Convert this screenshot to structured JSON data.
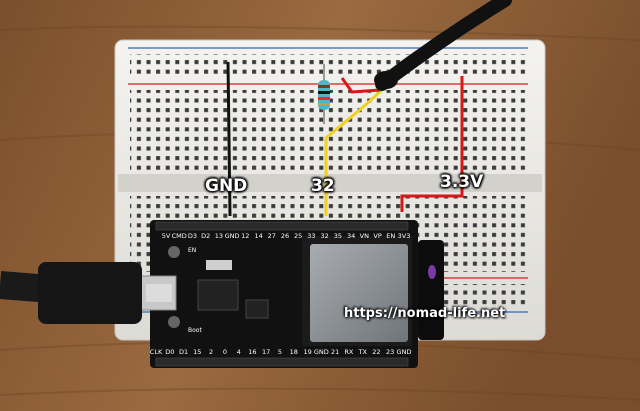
{
  "labels": {
    "gnd": "GND",
    "pin": "32",
    "voltage": "3.3V"
  },
  "watermark": "https://nomad-life.net",
  "board": {
    "top_pins": [
      "3V3",
      "EN",
      "VP",
      "VN",
      "34",
      "35",
      "32",
      "33",
      "25",
      "26",
      "27",
      "14",
      "12",
      "GND",
      "13",
      "D2",
      "D3",
      "CMD",
      "5V"
    ],
    "bottom_pins": [
      "CLK",
      "D0",
      "D1",
      "15",
      "2",
      "0",
      "4",
      "16",
      "17",
      "5",
      "18",
      "19",
      "GND",
      "21",
      "RX",
      "TX",
      "22",
      "23",
      "GND"
    ],
    "buttons": [
      "EN",
      "Boot"
    ]
  },
  "colors": {
    "table": "#8a5a33",
    "breadboard": "#ecebe6",
    "rail_red": "#d94040",
    "rail_blue": "#4a7fc2",
    "wire_red": "#d81818",
    "wire_yellow": "#f0d020",
    "wire_black": "#111111",
    "pcb": "#111111",
    "module": "#8c9094"
  }
}
